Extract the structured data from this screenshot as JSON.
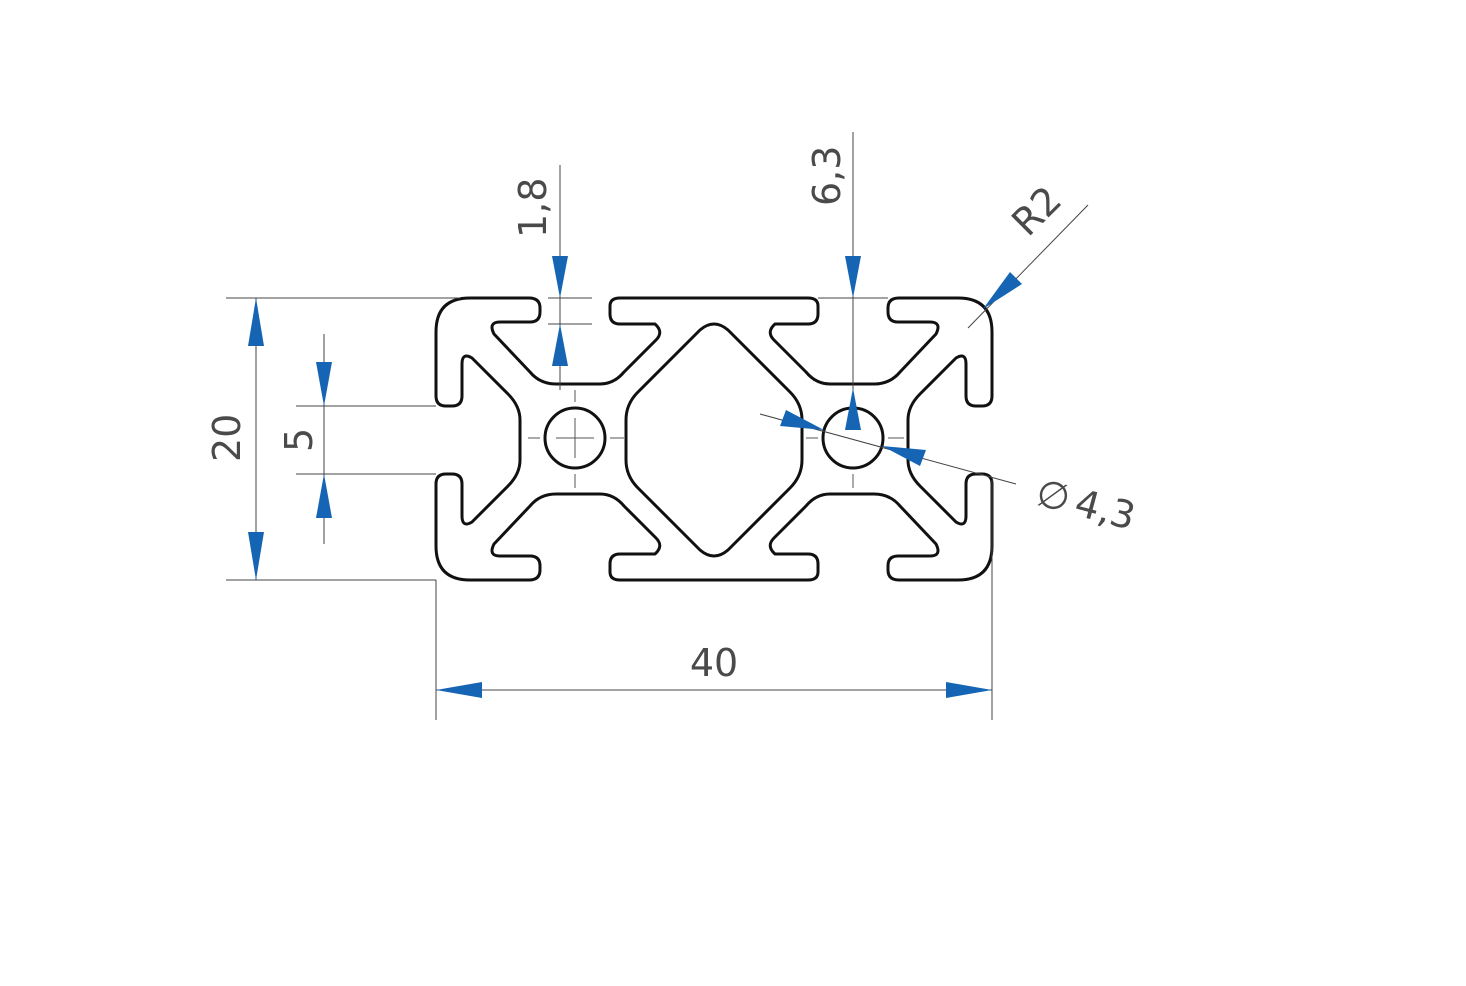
{
  "drawing": {
    "dimensions": {
      "slot_wall_thickness": "1,8",
      "slot_depth": "6,3",
      "corner_radius": "R2",
      "height": "20",
      "slot_width": "5",
      "width": "40",
      "bore_diameter_symbol": "∅",
      "bore_diameter": "4,3"
    },
    "colors": {
      "arrow": "#1565b4",
      "outline": "#111111",
      "dimension_line": "#444444",
      "text": "#4a4a4a"
    }
  }
}
